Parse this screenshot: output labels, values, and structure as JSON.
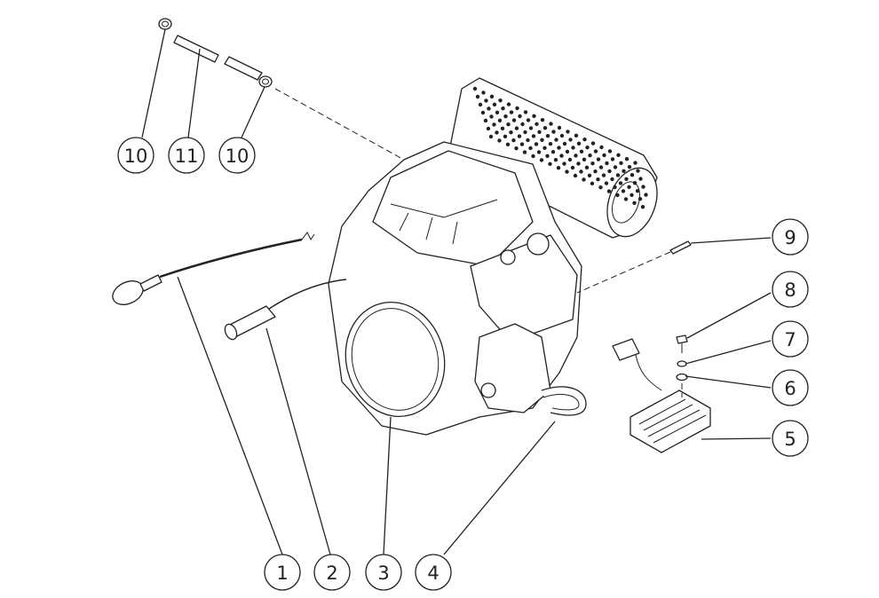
{
  "callouts": [
    {
      "id": "c1",
      "label": "1"
    },
    {
      "id": "c2",
      "label": "2"
    },
    {
      "id": "c3",
      "label": "3"
    },
    {
      "id": "c4",
      "label": "4"
    },
    {
      "id": "c5",
      "label": "5"
    },
    {
      "id": "c6",
      "label": "6"
    },
    {
      "id": "c7",
      "label": "7"
    },
    {
      "id": "c8",
      "label": "8"
    },
    {
      "id": "c9",
      "label": "9"
    },
    {
      "id": "c10a",
      "label": "10"
    },
    {
      "id": "c11",
      "label": "11"
    },
    {
      "id": "c10b",
      "label": "10"
    }
  ]
}
